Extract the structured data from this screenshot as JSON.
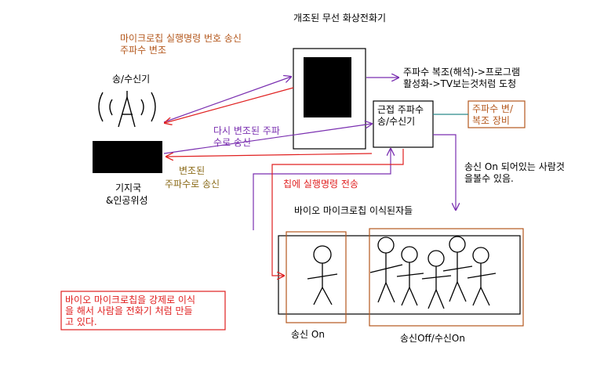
{
  "diagram": {
    "title": "개조된 무선 화상전화기",
    "tower_label": "송/수신기",
    "base_station_line1": "기지국",
    "base_station_line2": "&인공위성",
    "signal_top_line1": "마이크로칩 실행명령 번호 송신",
    "signal_top_line2": "주파수 변조",
    "decode_line1": "주파수 복조(해석)->프로그램",
    "decode_line2": "활성화->TV보는것처럼 도청",
    "transceiver_line1": "근접 주파수",
    "transceiver_line2": "송/수신기",
    "equipment_line1": "주파수 변/",
    "equipment_line2": "복조 장비",
    "remod_line1": "다시 변조된 주파",
    "remod_line2": "수로 송신",
    "modulated_line1": "변조된",
    "modulated_line2": "주파수로 송신",
    "chip_command": "칩에 실행명령 전송",
    "viewable_line1": "송신 On 되어있는 사람것",
    "viewable_line2": "을볼수 있음.",
    "implanted_label": "바이오 마이크로칩 이식된자들",
    "note_line1": "바이오 마이크로칩을 강제로 이식",
    "note_line2": "을 해서 사람을 전화기 처럼 만들",
    "note_line3": "고 있다.",
    "sender_on_label": "송신 On",
    "sender_off_label": "송신Off/수신On"
  },
  "colors": {
    "orange": "#b4581d",
    "purple": "#7a2fb0",
    "olive": "#8a6a18",
    "red": "#e02020",
    "black": "#000000"
  }
}
